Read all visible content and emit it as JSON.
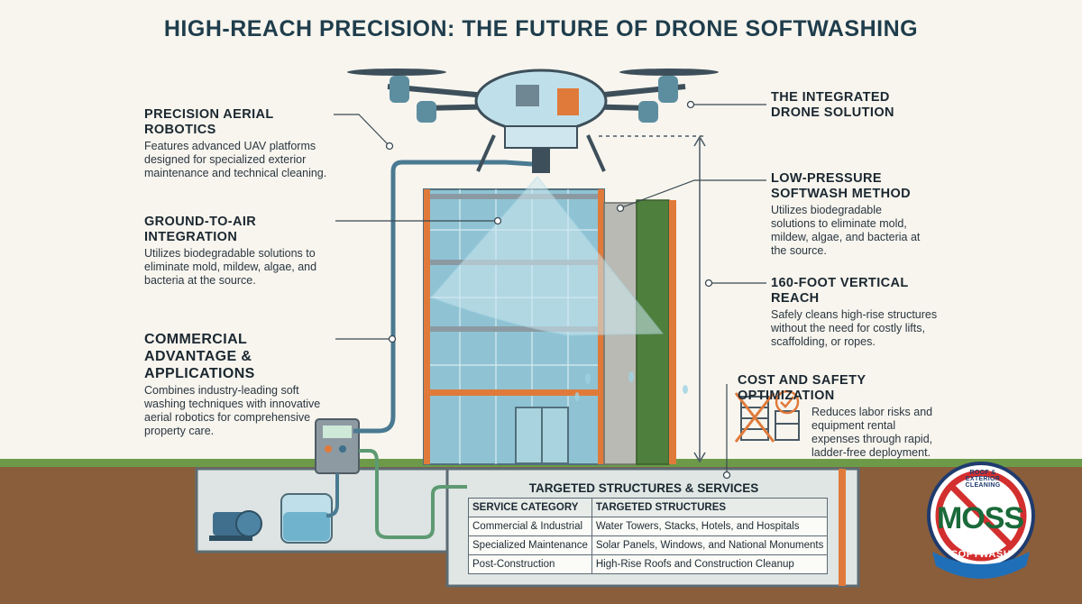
{
  "title": "HIGH-REACH PRECISION: THE FUTURE OF DRONE SOFTWASHING",
  "left": [
    {
      "heading": "PRECISION AERIAL ROBOTICS",
      "body": "Features advanced UAV platforms designed for specialized exterior maintenance and technical cleaning."
    },
    {
      "heading": "GROUND-TO-AIR INTEGRATION",
      "body": "Utilizes biodegradable solutions to eliminate mold, mildew, algae, and bacteria at the source."
    },
    {
      "heading": "COMMERCIAL ADVANTAGE & APPLICATIONS",
      "body": "Combines industry-leading soft washing techniques with innovative aerial robotics for comprehensive property care."
    }
  ],
  "right": [
    {
      "heading": "THE INTEGRATED DRONE SOLUTION",
      "body": ""
    },
    {
      "heading": "LOW-PRESSURE SOFTWASH METHOD",
      "body": "Utilizes biodegradable solutions to eliminate mold, mildew, algae, and bacteria at the source."
    },
    {
      "heading": "160-FOOT VERTICAL REACH",
      "body": "Safely cleans high-rise structures without the need for costly lifts, scaffolding, or ropes."
    },
    {
      "heading": "COST AND SAFETY OPTIMIZATION",
      "body": "Reduces labor risks and equipment rental expenses through rapid, ladder-free deployment."
    }
  ],
  "table": {
    "title": "TARGETED STRUCTURES & SERVICES",
    "headers": [
      "SERVICE CATEGORY",
      "TARGETED STRUCTURES"
    ],
    "rows": [
      [
        "Commercial & Industrial",
        "Water Towers, Stacks, Hotels, and Hospitals"
      ],
      [
        "Specialized Maintenance",
        "Solar Panels, Windows, and National Monuments"
      ],
      [
        "Post-Construction",
        "High-Rise Roofs and Construction Cleanup"
      ]
    ]
  },
  "logo": {
    "ring": "ROOF & EXTERIOR CLEANING",
    "name": "MOSS",
    "tag": "SOFTWASH"
  },
  "colors": {
    "accent_orange": "#e07a3a",
    "glass": "#7fb8c9",
    "ground": "#8a5e3b",
    "grass": "#6c9a48",
    "logo_green": "#1a6a3a",
    "logo_red": "#d32f2f"
  }
}
